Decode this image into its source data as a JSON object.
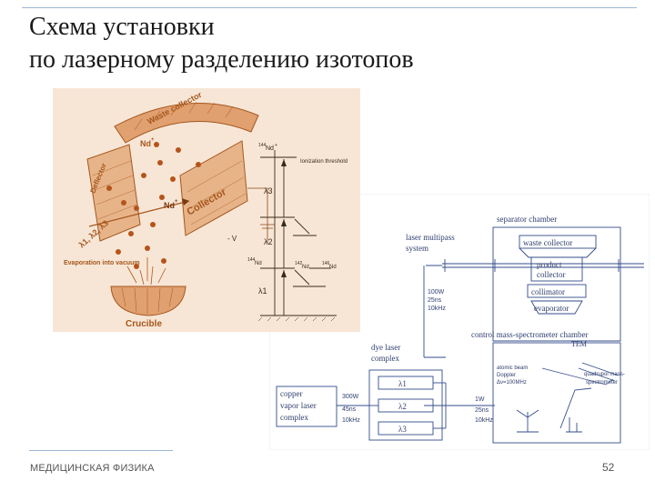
{
  "slide": {
    "title_line1": "Схема установки",
    "title_line2": "по лазерному разделению изотопов",
    "footer": "МЕДИЦИНСКАЯ ФИЗИКА",
    "page_number": "52"
  },
  "left_figure": {
    "waste_collector": "Waste collector",
    "deflector": "Deflector",
    "collector": "Collector",
    "nd_top": "Nd",
    "nd_top_sup": "+",
    "nd_right": "Nd",
    "nd_right_sup": "+",
    "lambdas": "λ1, λ2, λ3",
    "voltage": "- V",
    "evaporation": "Evaporation into vacuum",
    "crucible": "Crucible",
    "nd_ion": "Nd",
    "nd_ion_sup": "+",
    "nd_ion_mass": "144",
    "ionization_threshold": "Ionization threshold",
    "lambda3": "λ3",
    "lambda2": "λ2",
    "lambda1": "λ1",
    "nd_levels_left": "Nd",
    "nd_levels_left_mass": "144",
    "nd_levels_mid": "Nd",
    "nd_levels_mid_mass": "142",
    "nd_levels_right": "Nd",
    "nd_levels_right_mass": "146"
  },
  "right_figure": {
    "separator_chamber": "separator chamber",
    "waste_collector": "waste collector",
    "laser_multipass_l1": "laser multipass",
    "laser_multipass_l2": "system",
    "product_l1": "product",
    "product_l2": "collector",
    "collimator": "collimator",
    "evaporator": "evaporator",
    "params_top_1": "100W",
    "params_top_2": "25ns",
    "params_top_3": "10kHz",
    "control_chamber": "control mass-spectrometer chamber",
    "tem": "TEM",
    "dye_laser_l1": "dye laser",
    "dye_laser_l2": "complex",
    "lambda1": "λ1",
    "lambda2": "λ2",
    "lambda3": "λ3",
    "copper_l1": "copper",
    "copper_l2": "vapor laser",
    "copper_l3": "complex",
    "params_mid_1": "300W",
    "params_mid_2": "45ns",
    "params_mid_3": "10kHz",
    "params_right_1": "1W",
    "params_right_2": "25ns",
    "params_right_3": "10kHz",
    "atomic_beam_1": "atomic beam",
    "atomic_beam_2": "Doppler",
    "atomic_beam_3": "Δν=100MHz",
    "quadrupole_1": "quadrupol mass-",
    "quadrupole_2": "spectrometer"
  }
}
